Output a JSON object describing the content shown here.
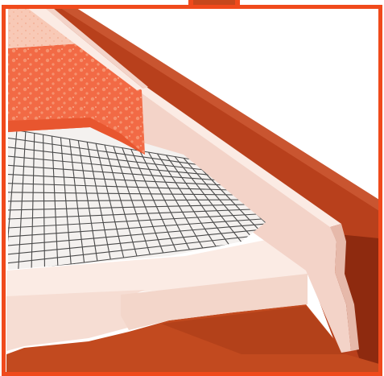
{
  "figure": {
    "description_visible_text": "",
    "colors": {
      "frame": "#f04a1c",
      "wall": "#b8401c",
      "wall_dark": "#8e2a0f",
      "wall_top": "#c95530",
      "slab_base": "#c24a1f",
      "slab_base_dark": "#a83a15",
      "insulation_strip": "#f3d3c8",
      "insulation_strip_shade": "#e6b9aa",
      "screed_face": "#f6ddd3",
      "screed_top": "#fbebe4",
      "mesh_panel": "#f4f1ef",
      "mesh_lines": "#4a4a4a",
      "concrete": "#f26a45",
      "concrete_dots": "#f5926f",
      "top_finish": "#f8c9b6",
      "top_finish_dots": "#f4b49b"
    },
    "layers": [
      {
        "key": "wall"
      },
      {
        "key": "base_slab"
      },
      {
        "key": "edge_insulation_strip"
      },
      {
        "key": "screed_layer"
      },
      {
        "key": "reinforcement_mesh"
      },
      {
        "key": "concrete_layer"
      },
      {
        "key": "top_finish"
      }
    ]
  }
}
